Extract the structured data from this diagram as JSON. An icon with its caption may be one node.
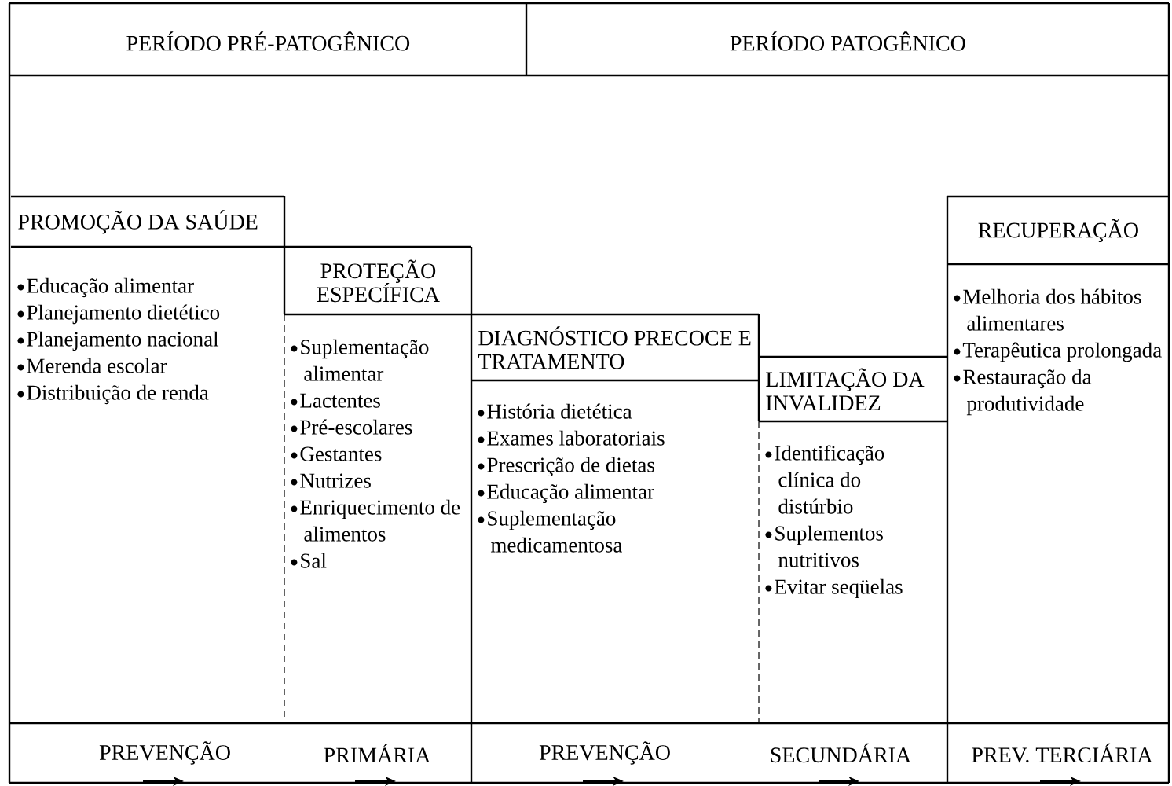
{
  "diagram": {
    "nodes": [
      {
        "text": [
          "PERÍODO PRÉ-PATOGÊNICO"
        ]
      },
      {
        "text": [
          "PERÍODO PATOGÊNICO"
        ]
      },
      {
        "text": [
          "PROMOÇÃO DA SAÚDE",
          "Educação alimentar",
          "Planejamento dietético",
          "Planejamento nacional",
          "Merenda escolar",
          "Distribuição de renda"
        ]
      },
      {
        "text": [
          "PROTEÇÃO ESPECÍFICA",
          "Suplementação alimentar",
          "Lactentes",
          "Pré-escolares",
          "Gestantes",
          "Nutrizes",
          "Enriquecimento de alimentos",
          "Sal"
        ]
      },
      {
        "text": [
          "DIAGNÓSTICO PRECOCE E TRATAMENTO",
          "História dietética",
          "Exames laboratoriais",
          "Prescrição de dietas",
          "Educação alimentar",
          "Suplementação medicamentosa"
        ]
      },
      {
        "text": [
          "LIMITAÇÃO DA INVALIDEZ",
          "Identificação clínica do distúrbio",
          "Suplementos nutritivos",
          "Evitar seqüelas"
        ]
      },
      {
        "text": [
          "RECUPERAÇÃO",
          "Melhoria dos hábitos alimentares",
          "Terapêutica prolongada",
          "Restauração da produtividade"
        ]
      }
    ],
    "labels": [
      "PREVENÇÃO",
      "PRIMÁRIA",
      "PREVENÇÃO",
      "SECUNDÁRIA",
      "PREV. TERCIÁRIA"
    ]
  }
}
